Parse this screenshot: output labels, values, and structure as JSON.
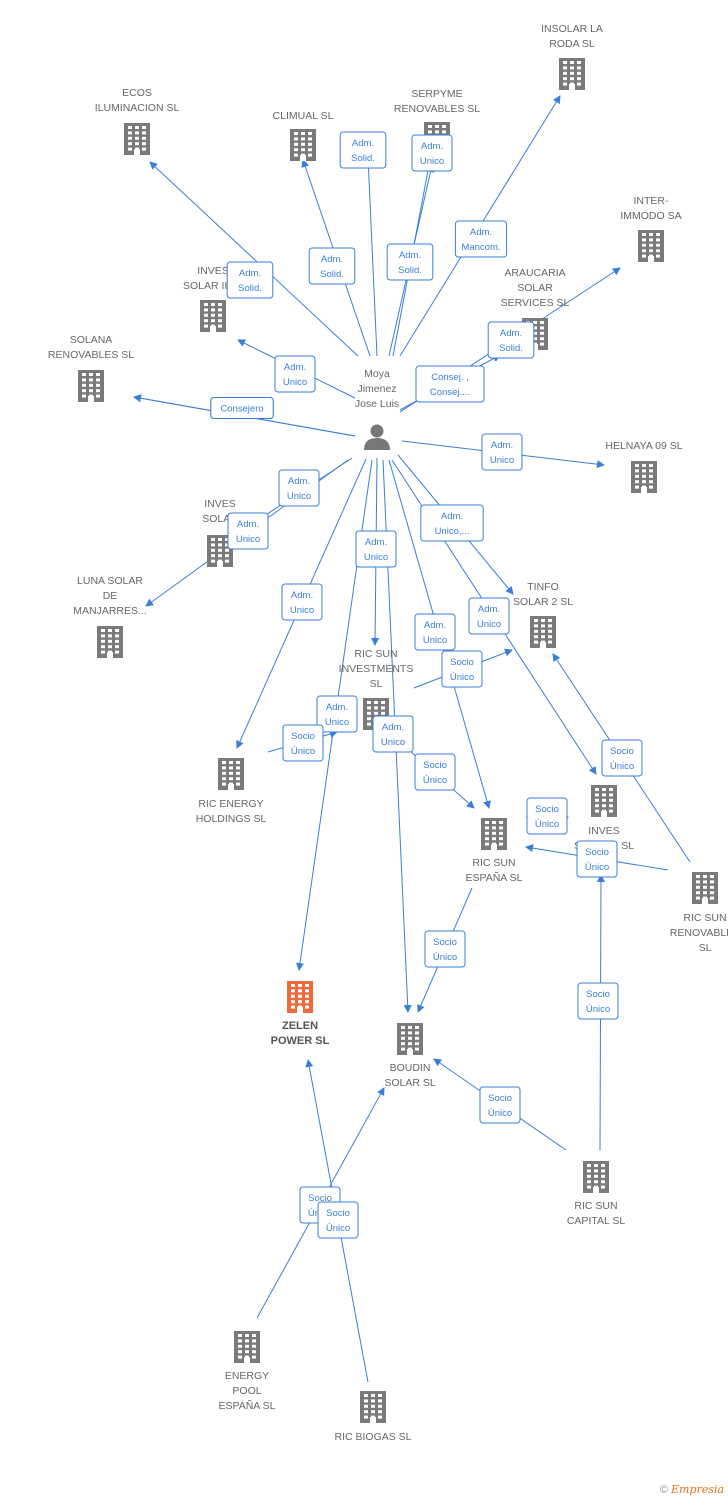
{
  "colors": {
    "edge": "#3a7fd5",
    "building": "#7a7a7a",
    "highlight": "#ee6a3a",
    "person": "#777777",
    "label_text": "#666666"
  },
  "center": {
    "id": "moya",
    "label": [
      "Moya",
      "Jimenez",
      "Jose Luis"
    ]
  },
  "nodes": [
    {
      "id": "insolar",
      "label": [
        "INSOLAR LA",
        "RODA  SL"
      ]
    },
    {
      "id": "ecos",
      "label": [
        "ECOS",
        "ILUMINACION SL"
      ]
    },
    {
      "id": "climual",
      "label": [
        "CLIMUAL SL"
      ]
    },
    {
      "id": "serpyme",
      "label": [
        "SERPYME",
        "RENOVABLES SL"
      ]
    },
    {
      "id": "intermodo",
      "label": [
        "INTER-",
        "IMMODO SA"
      ]
    },
    {
      "id": "invessolar2",
      "label": [
        "INVES",
        "SOLAR II SL"
      ]
    },
    {
      "id": "araucaria",
      "label": [
        "ARAUCARIA",
        "SOLAR",
        "SERVICES SL"
      ]
    },
    {
      "id": "solana",
      "label": [
        "SOLANA",
        "RENOVABLES SL"
      ]
    },
    {
      "id": "helnaya",
      "label": [
        "HELNAYA 09 SL"
      ]
    },
    {
      "id": "invessolar",
      "label": [
        "INVES",
        "SOLAR"
      ]
    },
    {
      "id": "luna",
      "label": [
        "LUNA SOLAR",
        "DE",
        "MANJARRES..."
      ]
    },
    {
      "id": "tinfo",
      "label": [
        "TINFO",
        "SOLAR 2 SL"
      ]
    },
    {
      "id": "ricsuninv",
      "label": [
        "RIC SUN",
        "INVESTMENTS",
        "SL"
      ]
    },
    {
      "id": "ricenergy",
      "label": [
        "RIC ENERGY",
        "HOLDINGS  SL"
      ]
    },
    {
      "id": "invessol",
      "label": [
        "INVES",
        "SOLAR... SL"
      ]
    },
    {
      "id": "ricsunesp",
      "label": [
        "RIC SUN",
        "ESPAÑA  SL"
      ]
    },
    {
      "id": "ricsunren",
      "label": [
        "RIC SUN",
        "RENOVABLES",
        "SL"
      ]
    },
    {
      "id": "zelen",
      "label": [
        "ZELEN",
        "POWER  SL"
      ],
      "highlight": true
    },
    {
      "id": "boudin",
      "label": [
        "BOUDIN",
        "SOLAR SL"
      ]
    },
    {
      "id": "ricsuncap",
      "label": [
        "RIC SUN",
        "CAPITAL  SL"
      ]
    },
    {
      "id": "energypool",
      "label": [
        "ENERGY",
        "POOL",
        "ESPAÑA  SL"
      ]
    },
    {
      "id": "ricbiogas",
      "label": [
        "RIC BIOGAS  SL"
      ]
    }
  ],
  "edges": [
    {
      "label": [
        "Consejero"
      ]
    },
    {
      "label": [
        "Adm.",
        "Solid."
      ]
    },
    {
      "label": [
        "Adm.",
        "Unico"
      ]
    },
    {
      "label": [
        "Adm.",
        "Mancom."
      ]
    },
    {
      "label": [
        "Adm.",
        "Solid."
      ]
    },
    {
      "label": [
        "Adm.",
        "Solid."
      ]
    },
    {
      "label": [
        "Consej. ,",
        "Consej...."
      ]
    },
    {
      "label": [
        "Adm.",
        "Solid."
      ]
    },
    {
      "label": [
        "Adm.",
        "Solid."
      ]
    },
    {
      "label": [
        "Adm.",
        "Unico"
      ]
    },
    {
      "label": [
        "Consejero"
      ]
    },
    {
      "label": [
        "Adm.",
        "Unico"
      ]
    },
    {
      "label": [
        "Adm.",
        "Unico"
      ]
    },
    {
      "label": [
        "Adm.",
        "Unico"
      ]
    },
    {
      "label": [
        "Adm.",
        "Unico,..."
      ]
    },
    {
      "label": [
        "Adm.",
        "Unico"
      ]
    },
    {
      "label": [
        "Adm.",
        "Unico"
      ]
    },
    {
      "label": [
        "Adm.",
        "Unico"
      ]
    },
    {
      "label": [
        "Adm.",
        "Unico"
      ]
    },
    {
      "label": [
        "Adm.",
        "Unico"
      ]
    },
    {
      "label": [
        "Adm.",
        "Unico"
      ]
    },
    {
      "label": [
        "Socio",
        "Único"
      ]
    },
    {
      "label": [
        "Socio",
        "Único"
      ]
    },
    {
      "label": [
        "Socio",
        "Único"
      ]
    },
    {
      "label": [
        "Socio",
        "Único"
      ]
    },
    {
      "label": [
        "Socio",
        "Único"
      ]
    },
    {
      "label": [
        "Socio",
        "Único"
      ]
    },
    {
      "label": [
        "Socio",
        "Único"
      ]
    },
    {
      "label": [
        "Socio",
        "Único"
      ]
    },
    {
      "label": [
        "Socio",
        "Único"
      ]
    },
    {
      "label": [
        "Socio",
        "Único"
      ]
    },
    {
      "label": [
        "Socio",
        "Único"
      ]
    }
  ],
  "watermark": {
    "symbol": "©",
    "brand": "Empresia"
  }
}
